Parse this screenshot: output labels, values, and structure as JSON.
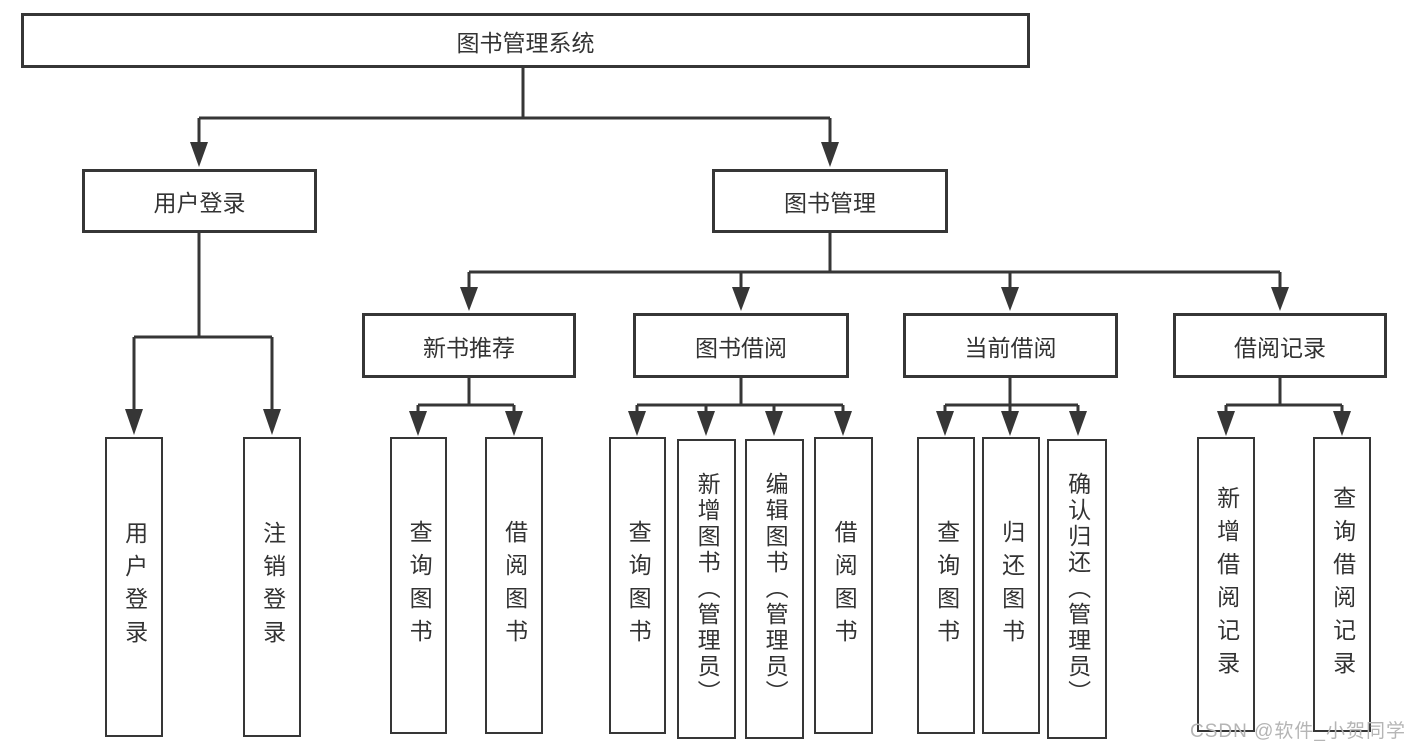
{
  "diagram": {
    "root": {
      "label": "图书管理系统"
    },
    "level1": {
      "user_login": {
        "label": "用户登录"
      },
      "book_mgmt": {
        "label": "图书管理"
      }
    },
    "level2": {
      "new_books": {
        "label": "新书推荐"
      },
      "borrow": {
        "label": "图书借阅"
      },
      "current": {
        "label": "当前借阅"
      },
      "records": {
        "label": "借阅记录"
      }
    },
    "leaves": {
      "user_login": {
        "label": "用户登录"
      },
      "logout": {
        "label": "注销登录"
      },
      "nb_query": {
        "label": "查询图书"
      },
      "nb_borrow": {
        "label": "借阅图书"
      },
      "bw_query": {
        "label": "查询图书"
      },
      "bw_add": {
        "label": "新增图书（管理员）"
      },
      "bw_edit": {
        "label": "编辑图书（管理员）"
      },
      "bw_borrow": {
        "label": "借阅图书"
      },
      "cur_query": {
        "label": "查询图书"
      },
      "cur_return": {
        "label": "归还图书"
      },
      "cur_confirm": {
        "label": "确认归还（管理员）"
      },
      "rec_add": {
        "label": "新增借阅记录"
      },
      "rec_query": {
        "label": "查询借阅记录"
      }
    },
    "watermark": "CSDN @软件_小贺同学",
    "colors": {
      "line": "#363636",
      "text": "#333333",
      "watermark": "#b5b5b5",
      "background": "#ffffff"
    }
  }
}
